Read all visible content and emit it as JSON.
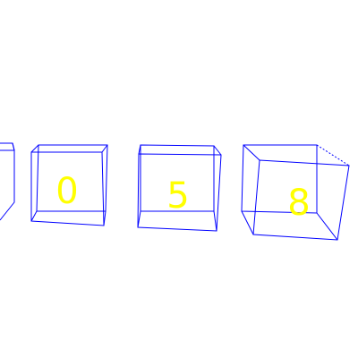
{
  "scene": {
    "background": "#ffffff",
    "edge_color": "#0000ff",
    "digit_color": "#ffff00",
    "boxes": [
      {
        "digit": ""
      },
      {
        "digit": "0"
      },
      {
        "digit": "5"
      },
      {
        "digit": "8"
      }
    ]
  }
}
